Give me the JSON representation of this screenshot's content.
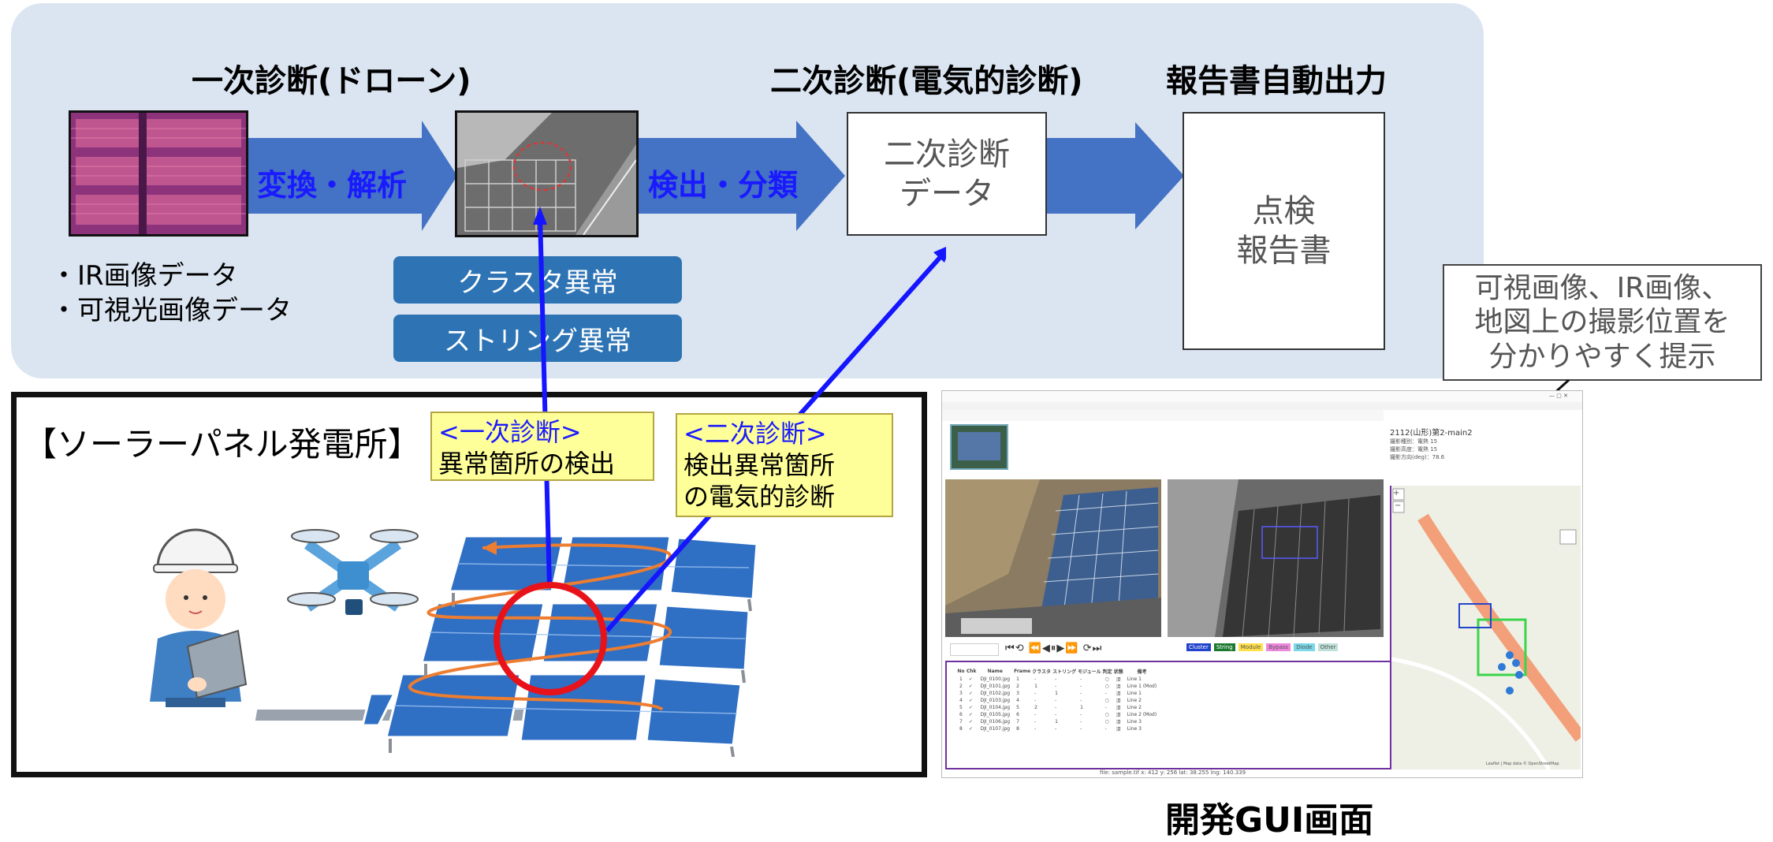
{
  "stages": {
    "primary_title": "一次診断(ドローン)",
    "secondary_title": "二次診断(電気的診断)",
    "report_title": "報告書自動出力"
  },
  "arrows": {
    "convert_label": "変換・解析",
    "detect_label": "検出・分類"
  },
  "secondary_box": {
    "line1": "二次診断",
    "line2": "データ"
  },
  "report_box": {
    "line1": "点検",
    "line2": "報告書"
  },
  "inputs": [
    "・IR画像データ",
    "・可視光画像データ"
  ],
  "anomalies": [
    "クラスタ異常",
    "ストリング異常"
  ],
  "callout": {
    "line1": "可視画像、IR画像、",
    "line2": "地図上の撮影位置を",
    "line3": "分かりやすく提示"
  },
  "plant": {
    "title": "【ソーラーパネル発電所】",
    "note_primary": {
      "heading": "<一次診断>",
      "body": "異常箇所の検出"
    },
    "note_secondary": {
      "heading": "<二次診断>",
      "line1": "検出異常箇所",
      "line2": "の電気的診断"
    }
  },
  "gui": {
    "caption": "開発GUI画面",
    "header_text": "2112(山形)第2-main2",
    "info_lines": [
      "撮影種別：電熱 15",
      "撮影高度：電熱 15",
      "撮影方向(deg)：78.6"
    ],
    "legend_chips": [
      "Cluster",
      "String",
      "Module",
      "Bypass",
      "Diode",
      "Other"
    ],
    "status_bar": "file: sample.tif   x: 412   y: 256   lat: 38.255   lng: 140.339",
    "table_headers": [
      "No",
      "Chk",
      "Name",
      "Frame",
      "クラスタ",
      "ストリング",
      "モジュール",
      "判定",
      "状態",
      "備考"
    ],
    "table_rows": [
      [
        "1",
        "✓",
        "DJI_0100.jpg",
        "1",
        "-",
        "-",
        "-",
        "○",
        "済",
        "Line 1"
      ],
      [
        "2",
        "✓",
        "DJI_0101.jpg",
        "2",
        "1",
        "-",
        "-",
        "○",
        "済",
        "Line 1 (Mod)"
      ],
      [
        "3",
        "✓",
        "DJI_0102.jpg",
        "3",
        "-",
        "1",
        "-",
        "-",
        "済",
        "Line 1"
      ],
      [
        "4",
        "✓",
        "DJI_0103.jpg",
        "4",
        "-",
        "-",
        "-",
        "○",
        "済",
        "Line 2"
      ],
      [
        "5",
        "✓",
        "DJI_0104.jpg",
        "5",
        "2",
        "-",
        "1",
        "-",
        "済",
        "Line 2"
      ],
      [
        "6",
        "✓",
        "DJI_0105.jpg",
        "6",
        "-",
        "-",
        "-",
        "○",
        "済",
        "Line 2 (Mod)"
      ],
      [
        "7",
        "✓",
        "DJI_0106.jpg",
        "7",
        "-",
        "1",
        "-",
        "○",
        "済",
        "Line 3"
      ],
      [
        "8",
        "✓",
        "DJI_0107.jpg",
        "8",
        "-",
        "-",
        "-",
        "-",
        "済",
        "Line 3"
      ]
    ],
    "map_credit": "Leaflet | Map data © OpenStreetMap"
  },
  "colors": {
    "panel_bg": "#dbe5f1",
    "arrow_fill": "#4472c4",
    "label_blue": "#1a1aff",
    "pill_fill": "#2e74b5",
    "note_fill": "#ffff99",
    "ring_red": "#e8121b",
    "gui_accent": "#7030a0"
  }
}
